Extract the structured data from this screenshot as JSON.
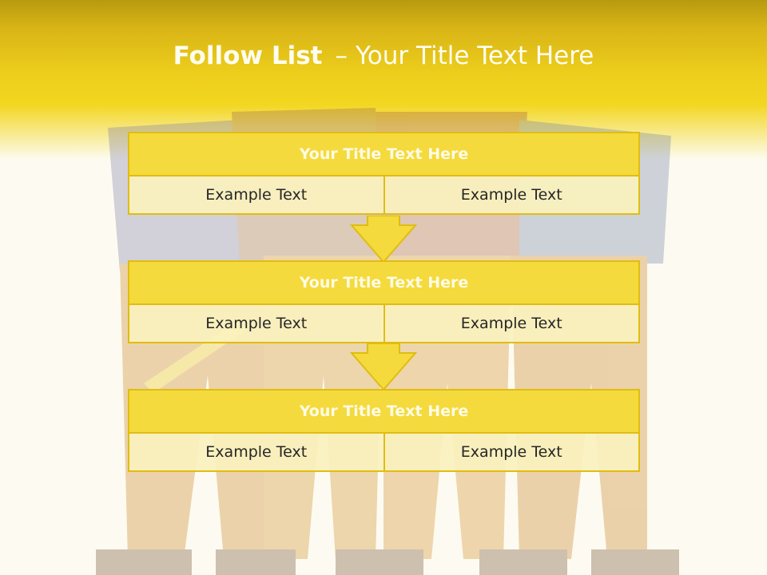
{
  "slide": {
    "title_bold": "Follow List",
    "title_dash": "–",
    "title_rest": "Your Title Text Here"
  },
  "steps": [
    {
      "title": "Your Title Text Here",
      "left": "Example Text",
      "right": "Example Text"
    },
    {
      "title": "Your Title Text Here",
      "left": "Example Text",
      "right": "Example Text"
    },
    {
      "title": "Your Title Text Here",
      "left": "Example Text",
      "right": "Example Text"
    }
  ],
  "colors": {
    "accent": "#f4da3c",
    "border": "#e0bd10",
    "cell": "#faf1be",
    "header_dark": "#b89a0f"
  }
}
